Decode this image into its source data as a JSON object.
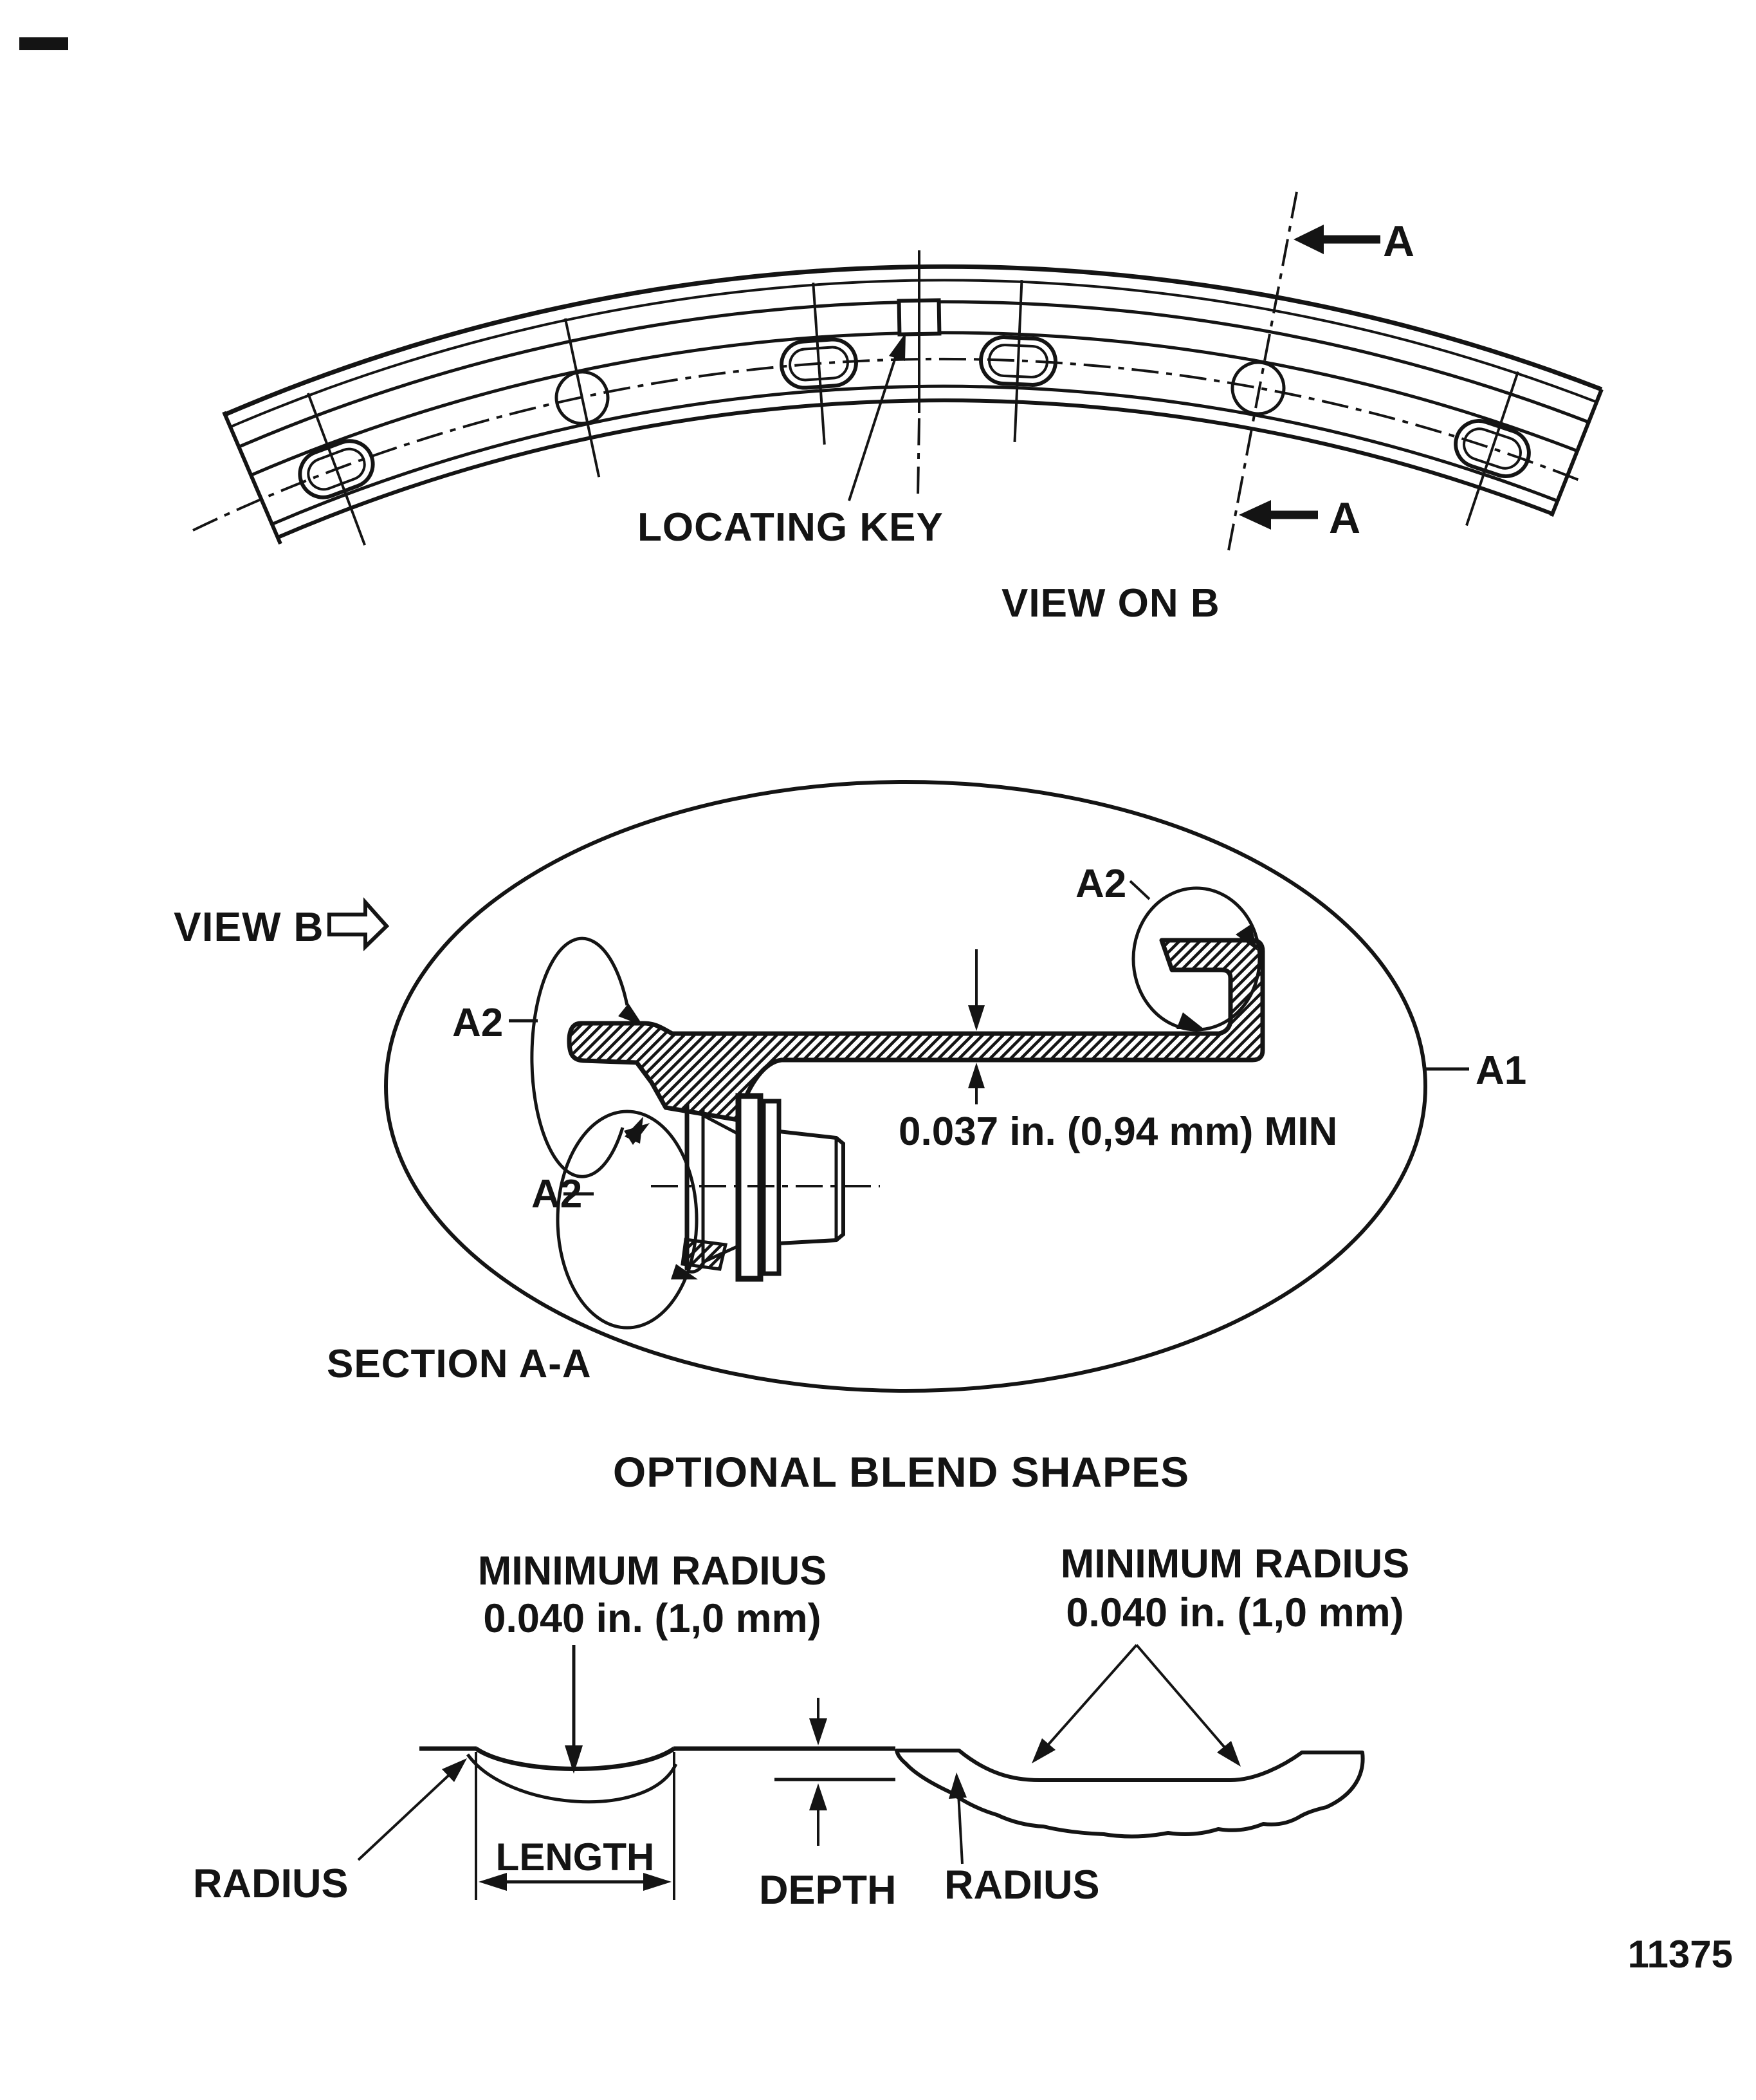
{
  "page": {
    "figure_number": "11375",
    "ink": "#141414",
    "paper": "#ffffff"
  },
  "top_view": {
    "caption": "VIEW ON B",
    "locating_key_label": "LOCATING KEY",
    "section_arrow_top_label": "A",
    "section_arrow_bottom_label": "A"
  },
  "section_view": {
    "view_label": "VIEW B",
    "caption": "SECTION A-A",
    "ref_a1_label": "A1",
    "ref_a2_top_label": "A2",
    "ref_a2_left_label": "A2",
    "ref_a2_bottom_label": "A2",
    "min_thickness_dimension": "0.037 in. (0,94 mm) MIN"
  },
  "blend_shapes": {
    "title": "OPTIONAL BLEND SHAPES",
    "left": {
      "min_radius_line1": "MINIMUM RADIUS",
      "min_radius_line2": "0.040 in. (1,0 mm)",
      "radius_label": "RADIUS",
      "length_label": "LENGTH",
      "depth_label": "DEPTH"
    },
    "right": {
      "min_radius_line1": "MINIMUM RADIUS",
      "min_radius_line2": "0.040 in. (1,0 mm)",
      "radius_label": "RADIUS"
    }
  }
}
